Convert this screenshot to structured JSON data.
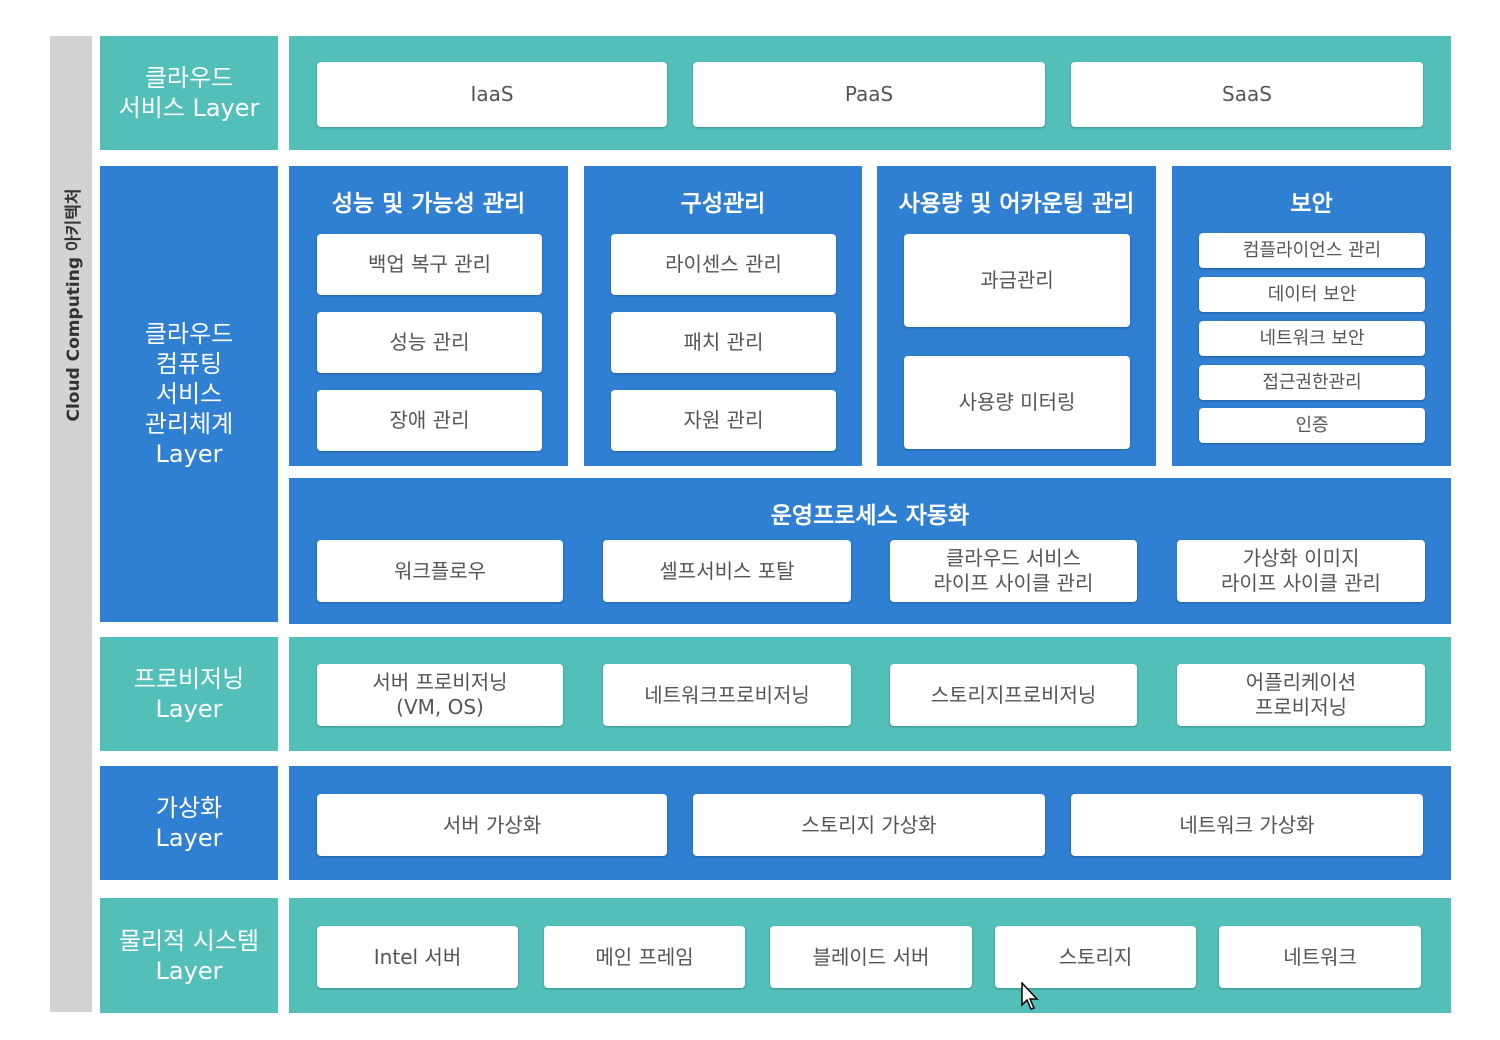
{
  "side_label": "Cloud Computing 아키텍처",
  "colors": {
    "teal": "#52bfb9",
    "blue": "#2f7fd2",
    "side": "#d3d3d5"
  },
  "layers": {
    "service": {
      "label": "클라우드\n서비스 Layer",
      "items": [
        "IaaS",
        "PaaS",
        "SaaS"
      ]
    },
    "management": {
      "label": "클라우드\n컴퓨팅\n서비스\n관리체계\nLayer",
      "groups": [
        {
          "title": "성능 및 가능성 관리",
          "items": [
            "백업 복구 관리",
            "성능 관리",
            "장애 관리"
          ]
        },
        {
          "title": "구성관리",
          "items": [
            "라이센스 관리",
            "패치 관리",
            "자원 관리"
          ]
        },
        {
          "title": "사용량 및 어카운팅 관리",
          "items": [
            "과금관리",
            "사용량 미터링"
          ]
        },
        {
          "title": "보안",
          "items": [
            "컴플라이언스 관리",
            "데이터 보안",
            "네트워크 보안",
            "접근권한관리",
            "인증"
          ]
        }
      ],
      "automation": {
        "title": "운영프로세스 자동화",
        "items": [
          "워크플로우",
          "셀프서비스 포탈",
          "클라우드 서비스\n라이프 사이클 관리",
          "가상화 이미지\n라이프 사이클 관리"
        ]
      }
    },
    "provisioning": {
      "label": "프로비저닝\nLayer",
      "items": [
        "서버 프로비저닝\n(VM, OS)",
        "네트워크프로비저닝",
        "스토리지프로비저닝",
        "어플리케이션\n프로비저닝"
      ]
    },
    "virtualization": {
      "label": "가상화\nLayer",
      "items": [
        "서버 가상화",
        "스토리지 가상화",
        "네트워크 가상화"
      ]
    },
    "physical": {
      "label": "물리적 시스템\nLayer",
      "items": [
        "Intel 서버",
        "메인 프레임",
        "블레이드 서버",
        "스토리지",
        "네트워크"
      ]
    }
  }
}
